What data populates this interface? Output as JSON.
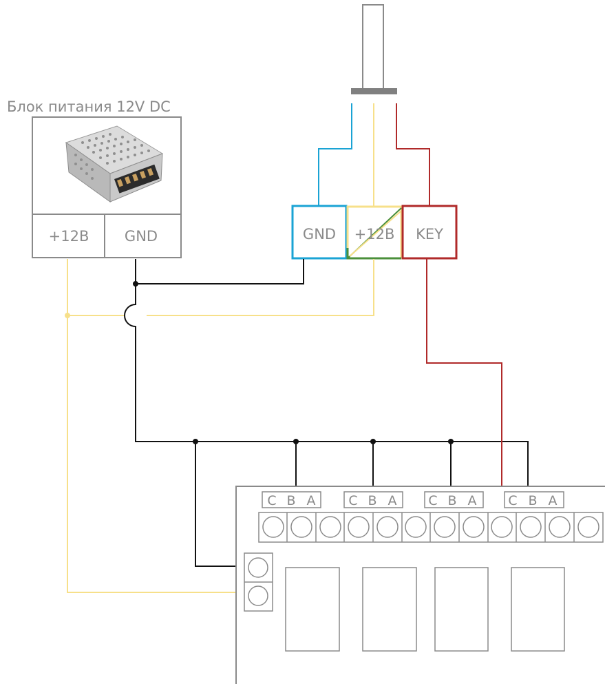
{
  "power_supply": {
    "title": "Блок питания 12V DC",
    "plus_label": "+12В",
    "gnd_label": "GND"
  },
  "reader_block": {
    "gnd_label": "GND",
    "plus_label": "+12В",
    "key_label": "KEY"
  },
  "relay_board": {
    "groups": [
      {
        "c": "C",
        "b": "B",
        "a": "A"
      },
      {
        "c": "C",
        "b": "B",
        "a": "A"
      },
      {
        "c": "C",
        "b": "B",
        "a": "A"
      },
      {
        "c": "C",
        "b": "B",
        "a": "A"
      }
    ]
  },
  "colors": {
    "blue": "#1aa3d4",
    "yellow": "#f7e08a",
    "red": "#b02a2a",
    "green": "#4a8f3a",
    "black": "#111111",
    "gray": "#8a8a8a",
    "reader_bar": "#808080"
  }
}
